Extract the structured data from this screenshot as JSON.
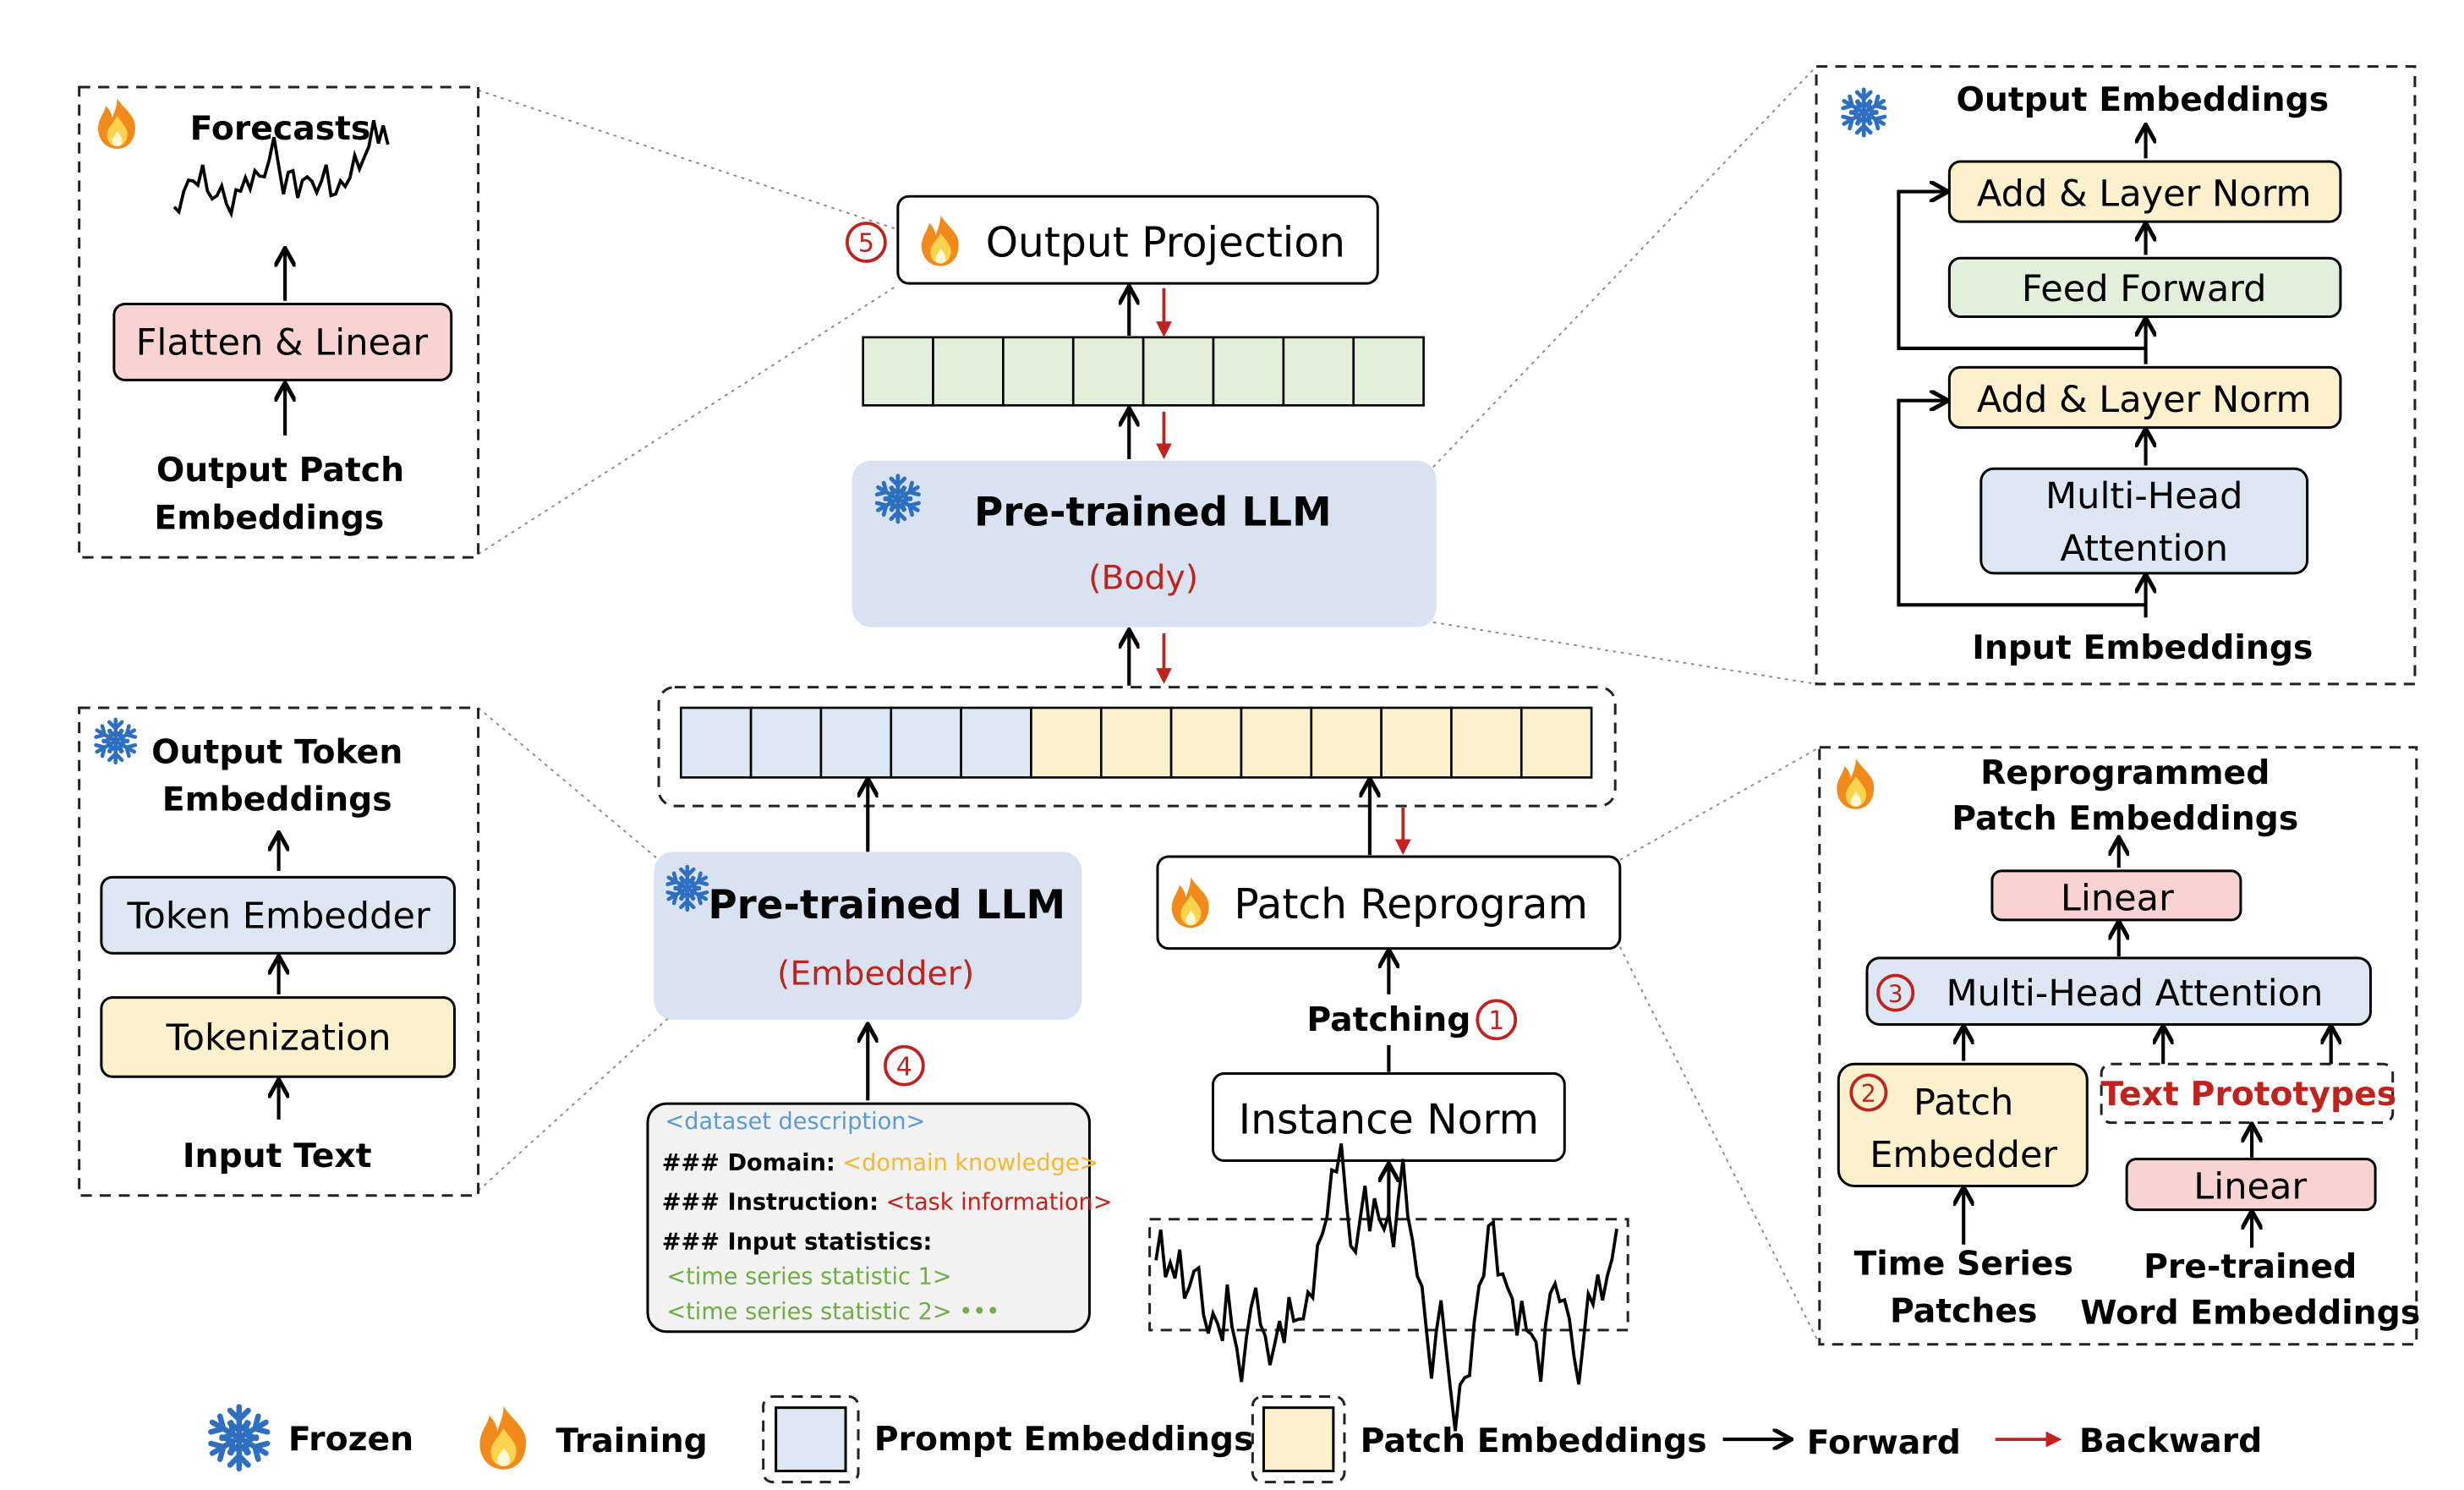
{
  "colors": {
    "prompt_blue": "#dde7f3",
    "patch_yellow": "#fcf1cc",
    "green": "#e2efda",
    "pink": "#f8d3d2",
    "llm_blue": "#d9e2f1",
    "red": "#c0231d",
    "frozen_icon": "#2f6fc1"
  },
  "forecast_panel": {
    "icon": "fire-icon",
    "title": "Forecasts",
    "box": "Flatten & Linear",
    "input_l1": "Output Patch",
    "input_l2": "Embeddings"
  },
  "token_panel": {
    "icon": "snowflake-icon",
    "title_l1": "Output Token",
    "title_l2": "Embeddings",
    "embedder": "Token Embedder",
    "tokenization": "Tokenization",
    "input": "Input Text"
  },
  "center": {
    "output_projection": {
      "step": "5",
      "label": "Output Projection",
      "icon": "fire-icon"
    },
    "llm_body": {
      "title": "Pre-trained LLM",
      "subtitle": "(Body)",
      "icon": "snowflake-icon"
    },
    "llm_embedder": {
      "title": "Pre-trained LLM",
      "subtitle": "(Embedder)",
      "icon": "snowflake-icon",
      "step": "4"
    },
    "patch_reprogram": {
      "label": "Patch Reprogram",
      "icon": "fire-icon"
    },
    "patching": {
      "label": "Patching",
      "step": "1"
    },
    "instance_norm": "Instance Norm",
    "prompt": {
      "line1": "<dataset description>",
      "domain_key": "### Domain:",
      "domain_val": "<domain knowledge>",
      "instr_key": "### Instruction:",
      "instr_val": "<task information>",
      "stats_key": "### Input statistics:",
      "stat1": "<time series statistic 1>",
      "stat2": "<time series statistic 2>",
      "ellipsis": "•••"
    }
  },
  "transformer_panel": {
    "icon": "snowflake-icon",
    "output": "Output Embeddings",
    "add_norm_top": "Add & Layer Norm",
    "feed_forward": "Feed Forward",
    "add_norm_bottom": "Add & Layer Norm",
    "mha_l1": "Multi-Head",
    "mha_l2": "Attention",
    "input": "Input Embeddings"
  },
  "reprogram_panel": {
    "icon": "fire-icon",
    "output_l1": "Reprogrammed",
    "output_l2": "Patch Embeddings",
    "linear_top": "Linear",
    "mha": "Multi-Head Attention",
    "mha_step": "3",
    "patch_embedder_l1": "Patch",
    "patch_embedder_l2": "Embedder",
    "patch_step": "2",
    "text_prototypes": "Text Prototypes",
    "linear_bottom": "Linear",
    "ts_l1": "Time Series",
    "ts_l2": "Patches",
    "word_l1": "Pre-trained",
    "word_l2": "Word Embeddings"
  },
  "legend": {
    "frozen": "Frozen",
    "training": "Training",
    "prompt": "Prompt Embeddings",
    "patch": "Patch Embeddings",
    "forward": "Forward",
    "backward": "Backward"
  }
}
